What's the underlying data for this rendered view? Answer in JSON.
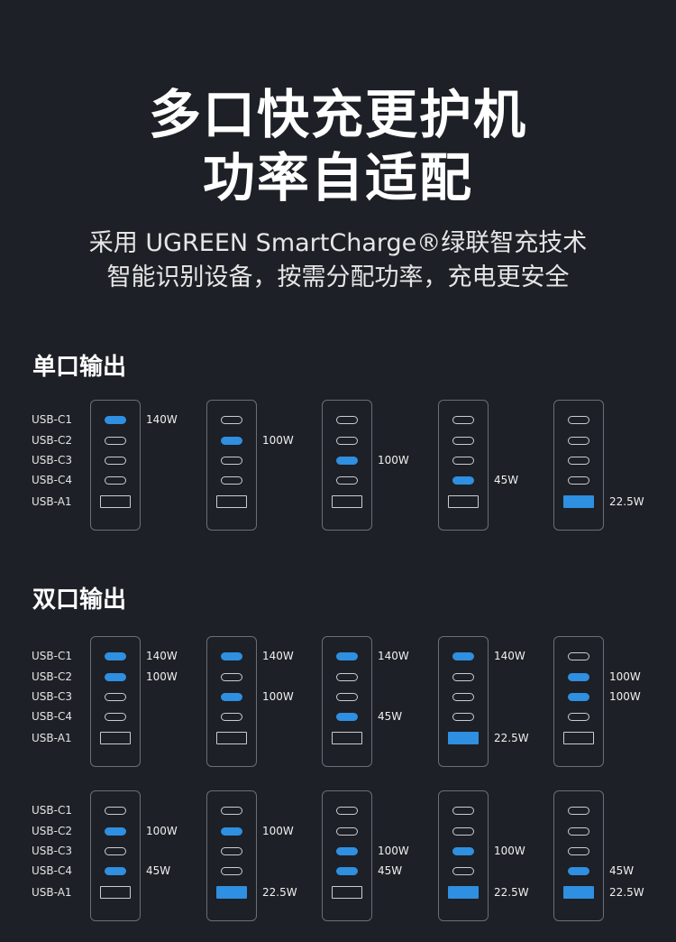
{
  "headline": {
    "line1": "多口快充更护机",
    "line2": "功率自适配"
  },
  "subtitle": {
    "line1": "采用 UGREEN SmartCharge®绿联智充技术",
    "line2": "智能识别设备，按需分配功率，充电更安全"
  },
  "colors": {
    "active_port": "#2f8fe0",
    "background": "#1d2026"
  },
  "port_names": [
    "USB-C1",
    "USB-C2",
    "USB-C3",
    "USB-C4",
    "USB-A1"
  ],
  "single_port": {
    "heading": "单口输出",
    "configs": [
      {
        "active": [
          "USB-C1"
        ],
        "watts": [
          "140W"
        ]
      },
      {
        "active": [
          "USB-C2"
        ],
        "watts": [
          "100W"
        ]
      },
      {
        "active": [
          "USB-C3"
        ],
        "watts": [
          "100W"
        ]
      },
      {
        "active": [
          "USB-C4"
        ],
        "watts": [
          "45W"
        ]
      },
      {
        "active": [
          "USB-A1"
        ],
        "watts": [
          "22.5W"
        ]
      }
    ]
  },
  "dual_port": {
    "heading": "双口输出",
    "configs": [
      {
        "active": [
          "USB-C1",
          "USB-C2"
        ],
        "watts": [
          "140W",
          "100W"
        ]
      },
      {
        "active": [
          "USB-C1",
          "USB-C3"
        ],
        "watts": [
          "140W",
          "100W"
        ]
      },
      {
        "active": [
          "USB-C1",
          "USB-C4"
        ],
        "watts": [
          "140W",
          "45W"
        ]
      },
      {
        "active": [
          "USB-C1",
          "USB-A1"
        ],
        "watts": [
          "140W",
          "22.5W"
        ]
      },
      {
        "active": [
          "USB-C2",
          "USB-C3"
        ],
        "watts": [
          "100W",
          "100W"
        ]
      },
      {
        "active": [
          "USB-C2",
          "USB-C4"
        ],
        "watts": [
          "100W",
          "45W"
        ]
      },
      {
        "active": [
          "USB-C2",
          "USB-A1"
        ],
        "watts": [
          "100W",
          "22.5W"
        ]
      },
      {
        "active": [
          "USB-C3",
          "USB-C4"
        ],
        "watts": [
          "100W",
          "45W"
        ]
      },
      {
        "active": [
          "USB-C3",
          "USB-A1"
        ],
        "watts": [
          "100W",
          "22.5W"
        ]
      },
      {
        "active": [
          "USB-C4",
          "USB-A1"
        ],
        "watts": [
          "45W",
          "22.5W"
        ]
      }
    ]
  }
}
